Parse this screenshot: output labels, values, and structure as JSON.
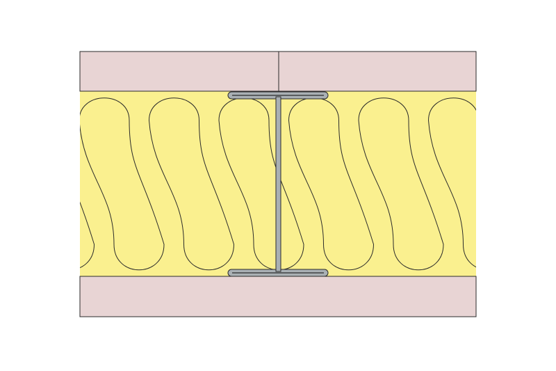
{
  "colors": {
    "board": "#e8d4d4",
    "insulation": "#faf08f",
    "stud": "#a9b0b4",
    "outline": "#2a2a2a"
  },
  "components": [
    "board-top",
    "insulation",
    "steel-stud",
    "board-bottom"
  ]
}
